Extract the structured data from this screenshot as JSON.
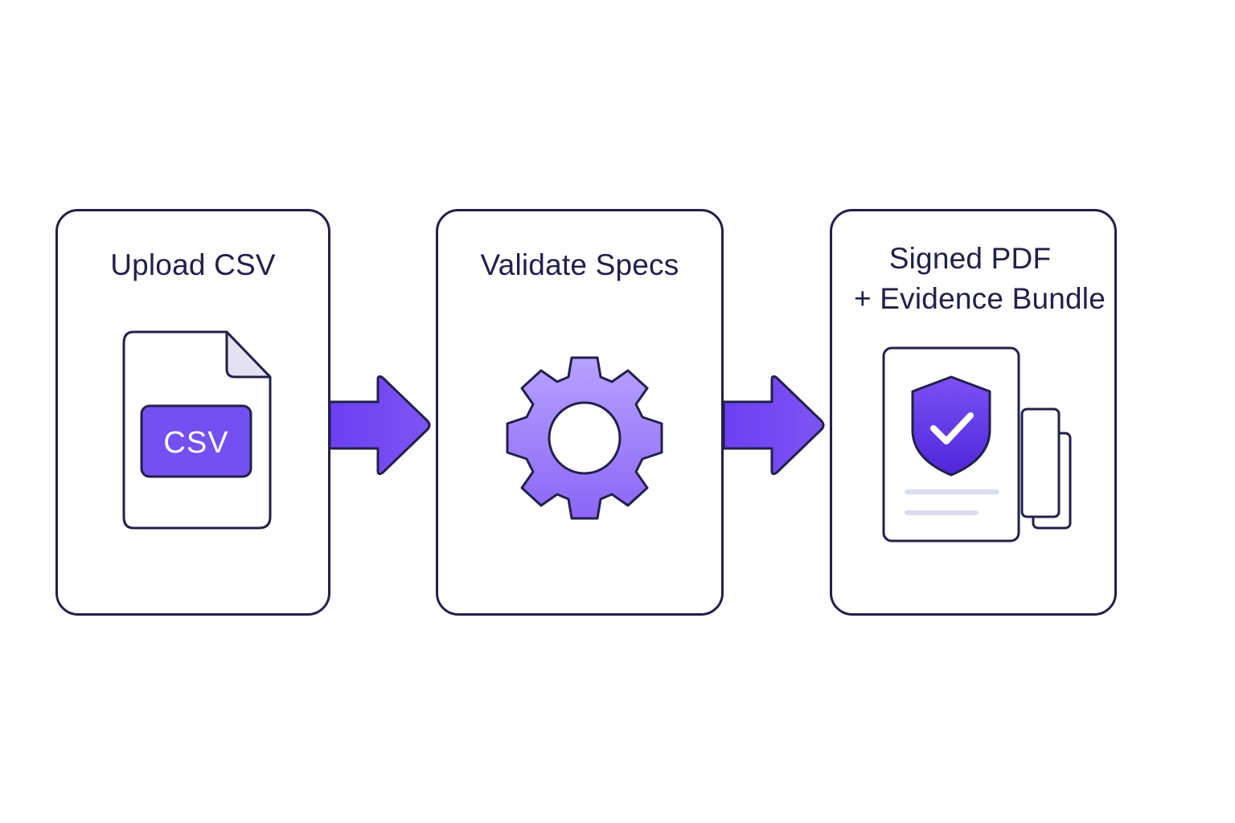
{
  "diagram": {
    "steps": [
      {
        "title": "Upload CSV",
        "icon": "csv-file-icon"
      },
      {
        "title": "Validate Specs",
        "icon": "gear-icon"
      },
      {
        "title_lines": [
          "Signed PDF",
          "+ Evidence Bundle"
        ],
        "icon": "signed-document-stack-icon"
      }
    ],
    "csv_badge_label": "CSV",
    "connectors": [
      "arrow-right-icon",
      "arrow-right-icon"
    ]
  },
  "colors": {
    "outline": "#23204a",
    "accent": "#6f47f0",
    "accent_light": "#a58bff",
    "background": "#fdfdfe"
  }
}
